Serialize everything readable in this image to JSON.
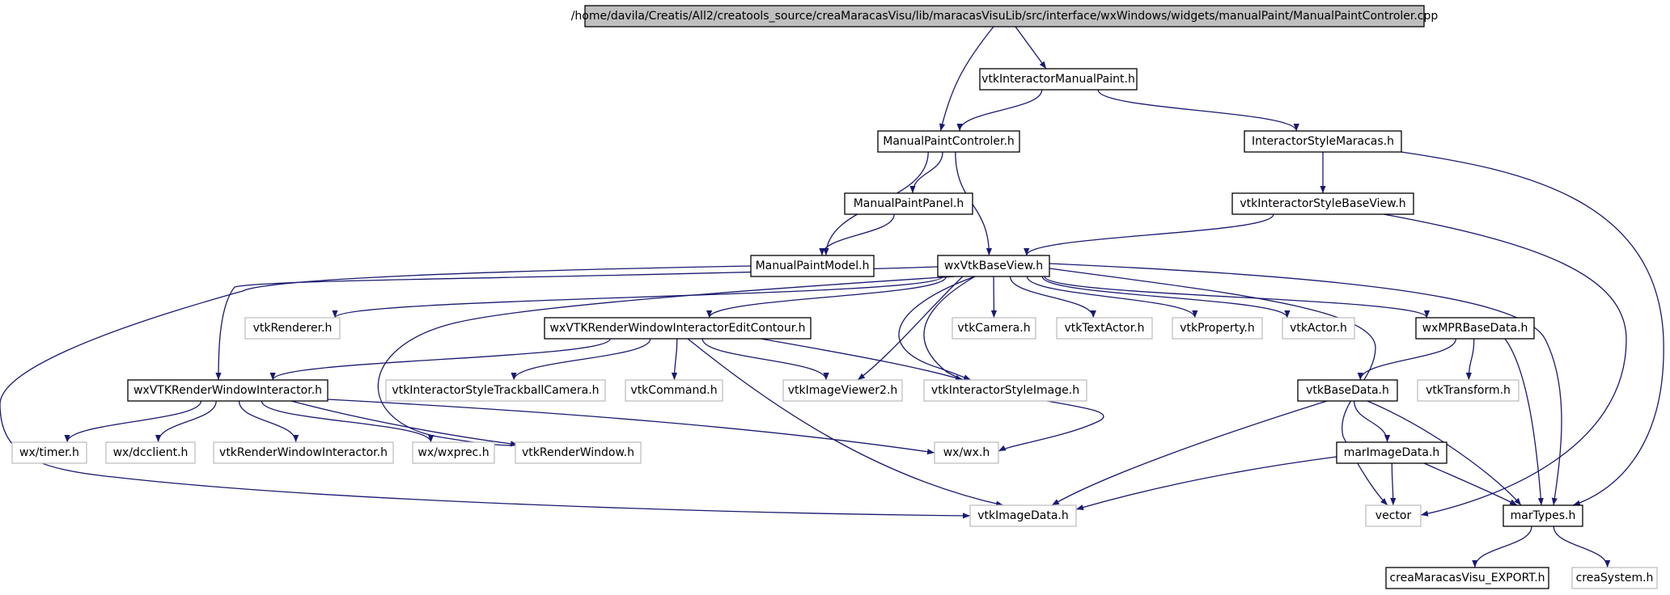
{
  "nodes": [
    {
      "id": "root",
      "label": "/home/davila/Creatis/All2/creatools_source/creaMaracasVisu/lib/maracasVisuLib/src/interface/wxWindows/widgets/manualPaint/ManualPaintControler.cpp",
      "style": "root"
    },
    {
      "id": "vimp",
      "label": "vtkInteractorManualPaint.h",
      "style": "doc"
    },
    {
      "id": "mpc",
      "label": "ManualPaintControler.h",
      "style": "doc"
    },
    {
      "id": "ism",
      "label": "InteractorStyleMaracas.h",
      "style": "doc"
    },
    {
      "id": "mpp",
      "label": "ManualPaintPanel.h",
      "style": "doc"
    },
    {
      "id": "isbv",
      "label": "vtkInteractorStyleBaseView.h",
      "style": "doc"
    },
    {
      "id": "mpm",
      "label": "ManualPaintModel.h",
      "style": "doc"
    },
    {
      "id": "wxvbv",
      "label": "wxVtkBaseView.h",
      "style": "doc"
    },
    {
      "id": "vren",
      "label": "vtkRenderer.h",
      "style": "ext"
    },
    {
      "id": "wxec",
      "label": "wxVTKRenderWindowInteractorEditContour.h",
      "style": "doc"
    },
    {
      "id": "vcam",
      "label": "vtkCamera.h",
      "style": "ext"
    },
    {
      "id": "vta",
      "label": "vtkTextActor.h",
      "style": "ext"
    },
    {
      "id": "vprop",
      "label": "vtkProperty.h",
      "style": "ext"
    },
    {
      "id": "vact",
      "label": "vtkActor.h",
      "style": "ext"
    },
    {
      "id": "wxmpr",
      "label": "wxMPRBaseData.h",
      "style": "doc"
    },
    {
      "id": "wxrwi",
      "label": "wxVTKRenderWindowInteractor.h",
      "style": "doc"
    },
    {
      "id": "vistc",
      "label": "vtkInteractorStyleTrackballCamera.h",
      "style": "ext"
    },
    {
      "id": "vcmd",
      "label": "vtkCommand.h",
      "style": "ext"
    },
    {
      "id": "viv2",
      "label": "vtkImageViewer2.h",
      "style": "ext"
    },
    {
      "id": "visi",
      "label": "vtkInteractorStyleImage.h",
      "style": "ext"
    },
    {
      "id": "vbd",
      "label": "vtkBaseData.h",
      "style": "doc"
    },
    {
      "id": "vtr",
      "label": "vtkTransform.h",
      "style": "ext"
    },
    {
      "id": "wxtimer",
      "label": "wx/timer.h",
      "style": "ext"
    },
    {
      "id": "wxdc",
      "label": "wx/dcclient.h",
      "style": "ext"
    },
    {
      "id": "vrwi",
      "label": "vtkRenderWindowInteractor.h",
      "style": "ext"
    },
    {
      "id": "wxprec",
      "label": "wx/wxprec.h",
      "style": "ext"
    },
    {
      "id": "vrw",
      "label": "vtkRenderWindow.h",
      "style": "ext"
    },
    {
      "id": "wxwx",
      "label": "wx/wx.h",
      "style": "ext"
    },
    {
      "id": "mid",
      "label": "marImageData.h",
      "style": "doc"
    },
    {
      "id": "vid",
      "label": "vtkImageData.h",
      "style": "ext"
    },
    {
      "id": "vec",
      "label": "vector",
      "style": "ext"
    },
    {
      "id": "mt",
      "label": "marTypes.h",
      "style": "doc"
    },
    {
      "id": "cmve",
      "label": "creaMaracasVisu_EXPORT.h",
      "style": "doc"
    },
    {
      "id": "cs",
      "label": "creaSystem.h",
      "style": "ext"
    }
  ],
  "edges": [
    {
      "from": "root",
      "to": "vimp"
    },
    {
      "from": "root",
      "to": "mpc"
    },
    {
      "from": "vimp",
      "to": "mpc"
    },
    {
      "from": "vimp",
      "to": "ism"
    },
    {
      "from": "mpc",
      "to": "mpp"
    },
    {
      "from": "mpc",
      "to": "mpm"
    },
    {
      "from": "mpc",
      "to": "wxvbv"
    },
    {
      "from": "mpp",
      "to": "mpm"
    },
    {
      "from": "ism",
      "to": "isbv"
    },
    {
      "from": "ism",
      "to": "mt"
    },
    {
      "from": "isbv",
      "to": "wxvbv"
    },
    {
      "from": "isbv",
      "to": "vec"
    },
    {
      "from": "mpm",
      "to": "vid"
    },
    {
      "from": "wxvbv",
      "to": "vren"
    },
    {
      "from": "wxvbv",
      "to": "wxec"
    },
    {
      "from": "wxvbv",
      "to": "vcam"
    },
    {
      "from": "wxvbv",
      "to": "vta"
    },
    {
      "from": "wxvbv",
      "to": "vprop"
    },
    {
      "from": "wxvbv",
      "to": "vact"
    },
    {
      "from": "wxvbv",
      "to": "wxmpr"
    },
    {
      "from": "wxvbv",
      "to": "wxrwi"
    },
    {
      "from": "wxvbv",
      "to": "viv2"
    },
    {
      "from": "wxvbv",
      "to": "visi"
    },
    {
      "from": "wxvbv",
      "to": "vrw"
    },
    {
      "from": "wxvbv",
      "to": "wxwx"
    },
    {
      "from": "wxvbv",
      "to": "vec"
    },
    {
      "from": "wxvbv",
      "to": "mt"
    },
    {
      "from": "wxec",
      "to": "wxrwi"
    },
    {
      "from": "wxec",
      "to": "vistc"
    },
    {
      "from": "wxec",
      "to": "vcmd"
    },
    {
      "from": "wxec",
      "to": "viv2"
    },
    {
      "from": "wxec",
      "to": "visi"
    },
    {
      "from": "wxec",
      "to": "vid"
    },
    {
      "from": "wxmpr",
      "to": "vbd"
    },
    {
      "from": "wxmpr",
      "to": "vtr"
    },
    {
      "from": "wxmpr",
      "to": "mt"
    },
    {
      "from": "wxrwi",
      "to": "wxtimer"
    },
    {
      "from": "wxrwi",
      "to": "wxdc"
    },
    {
      "from": "wxrwi",
      "to": "vrwi"
    },
    {
      "from": "wxrwi",
      "to": "wxprec"
    },
    {
      "from": "wxrwi",
      "to": "vrw"
    },
    {
      "from": "wxrwi",
      "to": "wxwx"
    },
    {
      "from": "vbd",
      "to": "mid"
    },
    {
      "from": "vbd",
      "to": "vid"
    },
    {
      "from": "vbd",
      "to": "mt"
    },
    {
      "from": "mid",
      "to": "vid"
    },
    {
      "from": "mid",
      "to": "vec"
    },
    {
      "from": "mid",
      "to": "mt"
    },
    {
      "from": "mt",
      "to": "cmve"
    },
    {
      "from": "mt",
      "to": "cs"
    }
  ]
}
